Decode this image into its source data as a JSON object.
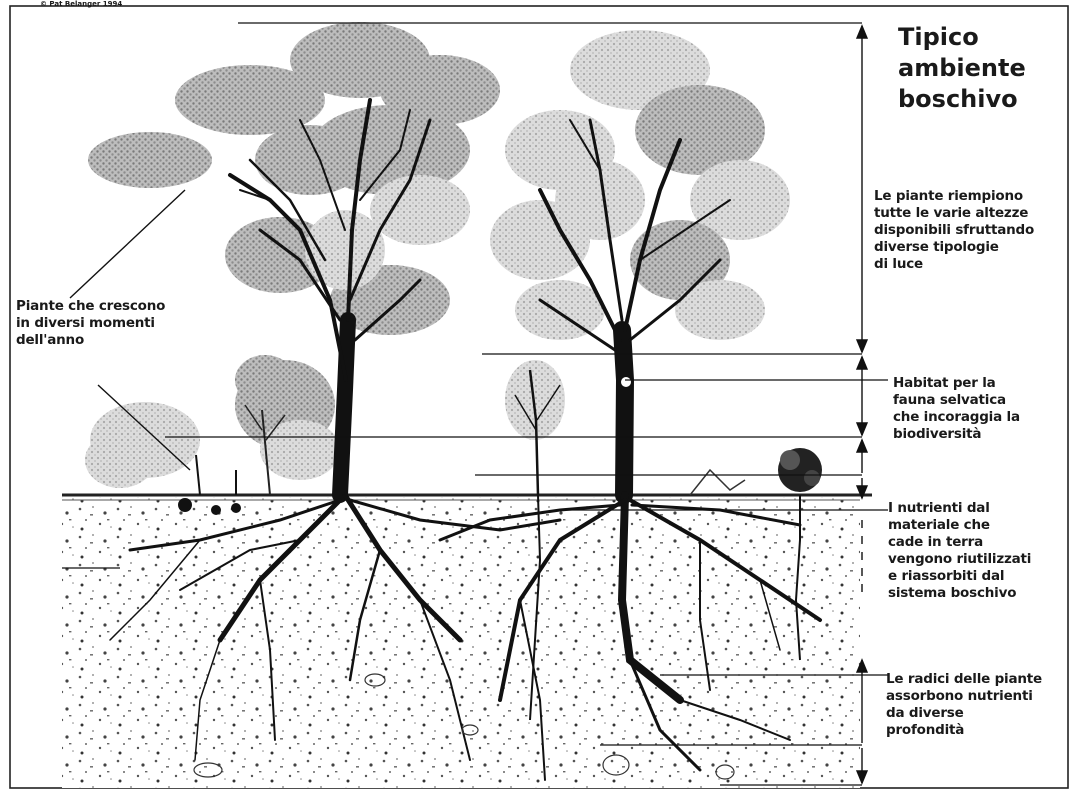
{
  "copyright": "© Pat Belanger 1994",
  "title": "Tipico\nambiente\nboschivo",
  "annotations": {
    "canopy": "Le piante riempiono\ntutte le varie altezze\ndisponibili sfruttando\ndiverse tipologie\ndi luce",
    "seasonal_plants": "Piante che crescono\nin diversi momenti\ndell'anno",
    "habitat": "Habitat per la\nfauna selvatica\nche incoraggia la\nbiodiversità",
    "nutrients": "I nutrienti dal\nmateriale che\ncade in terra\nvengono riutilizzati\ne riassorbiti dal\nsistema boschivo",
    "roots": "Le radici delle piante\nassorbono nutrienti\nda diverse\nprofondità"
  },
  "colors": {
    "ink": "#111111",
    "foliage_dark": "#9a9a9a",
    "foliage_light": "#c8c8c8",
    "soil_dot": "#555555"
  }
}
